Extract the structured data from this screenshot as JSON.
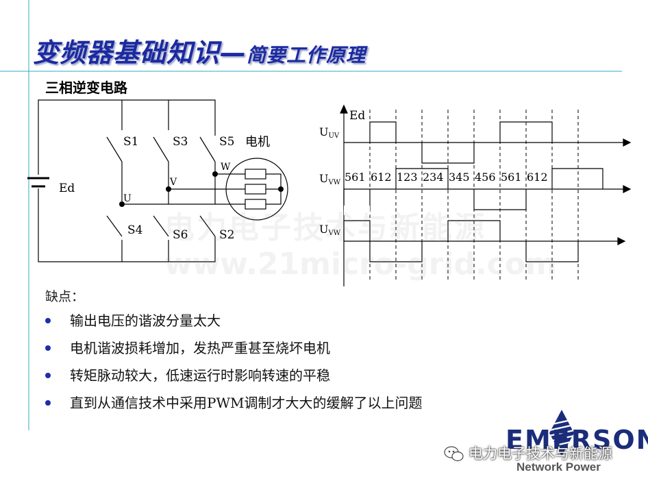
{
  "title": {
    "main": "变频器基础知识",
    "dash": "—",
    "sub": "简要工作原理"
  },
  "section_heading": "三相逆变电路",
  "circuit": {
    "source_label": "Ed",
    "switches": [
      "S1",
      "S3",
      "S5",
      "S4",
      "S6",
      "S2"
    ],
    "nodes": [
      "U",
      "V",
      "W"
    ],
    "motor_label": "电机"
  },
  "waveform": {
    "ed_label": "Ed",
    "row1_label": "U",
    "row1_sub": "UV",
    "row2_label": "U",
    "row2_sub": "VW",
    "row3_label": "U",
    "row3_sub": "VW",
    "sequence": [
      "561",
      "612",
      "123",
      "234",
      "345",
      "456",
      "561",
      "612"
    ]
  },
  "drawback_intro": "缺点：",
  "drawbacks": [
    "输出电压的谐波分量太大",
    "电机谐波损耗增加，发热严重甚至烧坏电机",
    "转矩脉动较大，低速运行时影响转速的平稳",
    "直到从通信技术中采用PWM调制才大大的缓解了以上问题"
  ],
  "watermark": {
    "cn": "电力电子技术与新能源",
    "url": "www.21micro-grid.com"
  },
  "logo": {
    "brand": "EMERSON",
    "tagline": "Network Power"
  },
  "wechat_caption": "电力电子技术与新能源",
  "colors": {
    "title": "#1b2aa0",
    "accent_line": "#2fa8c8",
    "bullet": "#1d2ea8",
    "brand": "#1b2d7a"
  }
}
